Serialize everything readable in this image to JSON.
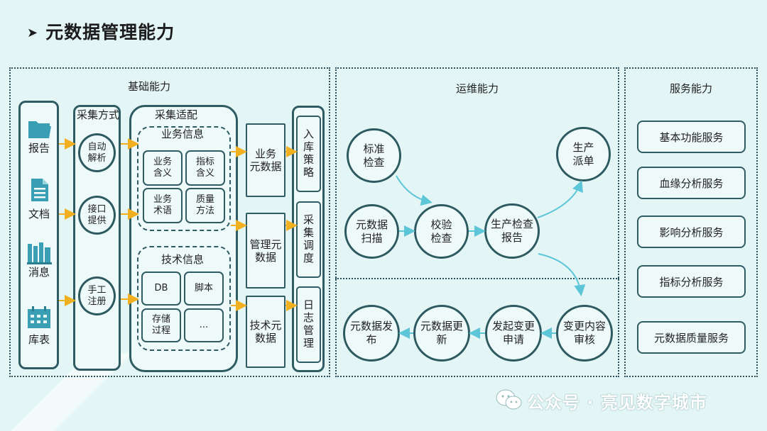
{
  "title": "元数据管理能力",
  "panels": {
    "basic": "基础能力",
    "ops": "运维能力",
    "service": "服务能力"
  },
  "sources": [
    "报告",
    "文档",
    "消息",
    "库表"
  ],
  "collect": {
    "title": "采集方式",
    "items": [
      "自动\n解析",
      "接口\n提供",
      "手工\n注册"
    ]
  },
  "adapt": {
    "title": "采集适配",
    "business": {
      "title": "业务信息",
      "items": [
        "业务\n含义",
        "指标\n含义",
        "业务\n术语",
        "质量\n方法"
      ]
    },
    "tech": {
      "title": "技术信息",
      "items": [
        "DB",
        "脚本",
        "存储\n过程",
        "..."
      ]
    }
  },
  "meta": [
    "业务\n元数据",
    "管理元\n数据",
    "技术元\n数据"
  ],
  "storage": [
    "入库策略",
    "采集调度",
    "日志管理"
  ],
  "ops": {
    "top": [
      "标准\n检查",
      "元数据\n扫描",
      "校验\n检查",
      "生产检查\n报告",
      "生产\n派单"
    ],
    "bottom": [
      "元数据发\n布",
      "元数据更\n新",
      "发起变更\n申请",
      "变更内容\n审核"
    ]
  },
  "services": [
    "基本功能服务",
    "血缘分析服务",
    "影响分析服务",
    "指标分析服务",
    "元数据质量服务"
  ],
  "watermark": "公众号 · 亮见数字城市",
  "colors": {
    "background": "#e3f5f5",
    "border": "#2f5b62",
    "arrow_orange": "#f0b020",
    "arrow_cyan": "#5cc6d8"
  }
}
